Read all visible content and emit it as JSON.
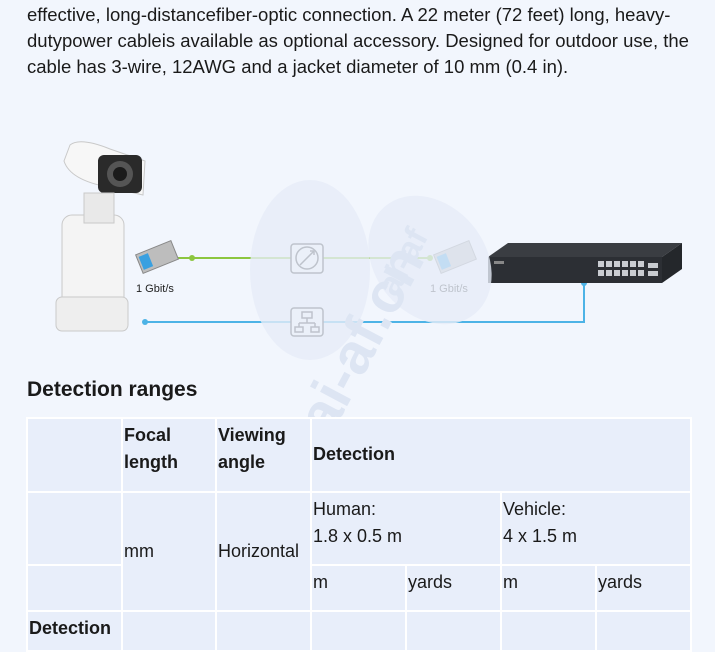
{
  "intro": {
    "text": "effective, long-distancefiber-optic connection. A 22 meter (72 feet) long, heavy-dutypower cableis available as optional accessory. Designed for outdoor use, the cable has 3-wire, 12AWG and a jacket diameter of 10 mm (0.4 in)."
  },
  "diagram": {
    "left_speed": "1 Gbit/s",
    "right_speed": "1 Gbit/s",
    "fiber_color": "#8cc63f",
    "copper_color": "#4db3e6"
  },
  "watermark": {
    "text_primary": "www.ai-af.cn",
    "text_secondary": "ai-af"
  },
  "section": {
    "title": "Detection ranges"
  },
  "table": {
    "header": {
      "focal": "Focal length",
      "viewing": "Viewing angle",
      "detection": "Detection"
    },
    "row2": {
      "mm": "mm",
      "horizontal": "Horizontal",
      "human": "Human:\n1.8 x 0.5 m",
      "vehicle": "Vehicle:\n4 x 1.5 m"
    },
    "row3": {
      "m1": "m",
      "yards1": "yards",
      "m2": "m",
      "yards2": "yards"
    },
    "row4": {
      "label": "Detection"
    }
  }
}
